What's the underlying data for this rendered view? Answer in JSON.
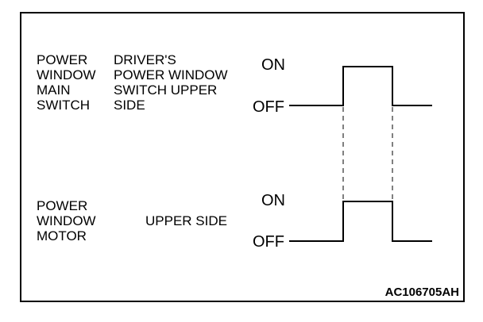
{
  "colors": {
    "line": "#000000",
    "background": "#ffffff"
  },
  "signals": [
    {
      "component_lines": [
        "POWER",
        "WINDOW",
        "MAIN",
        "SWITCH"
      ],
      "condition_lines": [
        "DRIVER'S",
        "POWER WINDOW",
        "SWITCH UPPER",
        "SIDE"
      ],
      "on_label": "ON",
      "off_label": "OFF",
      "waveform": [
        "OFF",
        "ON",
        "OFF"
      ]
    },
    {
      "component_lines": [
        "POWER",
        "WINDOW",
        "MOTOR"
      ],
      "condition_lines": [
        "UPPER SIDE"
      ],
      "on_label": "ON",
      "off_label": "OFF",
      "waveform": [
        "OFF",
        "ON",
        "OFF"
      ]
    }
  ],
  "figure_code": "AC106705AH"
}
